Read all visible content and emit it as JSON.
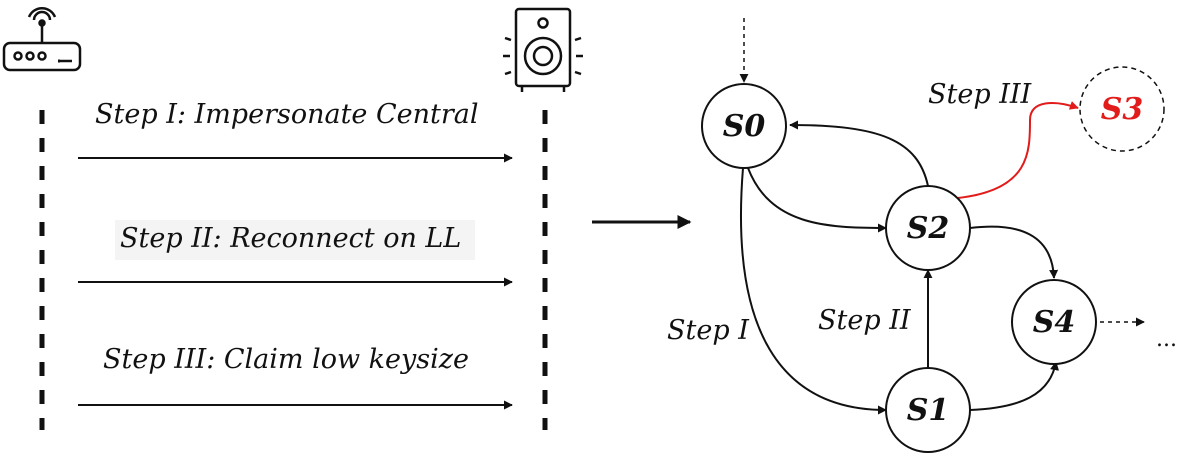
{
  "sequence": {
    "left_device_icon": "wifi-router-icon",
    "right_device_icon": "speaker-icon",
    "steps": [
      "Step I: Impersonate Central",
      "Step II: Reconnect on LL",
      "Step III: Claim low keysize"
    ]
  },
  "state_machine": {
    "states": [
      {
        "id": "s0",
        "label": "S0"
      },
      {
        "id": "s1",
        "label": "S1"
      },
      {
        "id": "s2",
        "label": "S2"
      },
      {
        "id": "s3",
        "label": "S3"
      },
      {
        "id": "s4",
        "label": "S4"
      }
    ],
    "edge_labels": {
      "step1": "Step I",
      "step2": "Step II",
      "step3": "Step III"
    },
    "ellipsis": "...",
    "colors": {
      "attack_path": "#e21b1b",
      "default": "#111111"
    }
  }
}
